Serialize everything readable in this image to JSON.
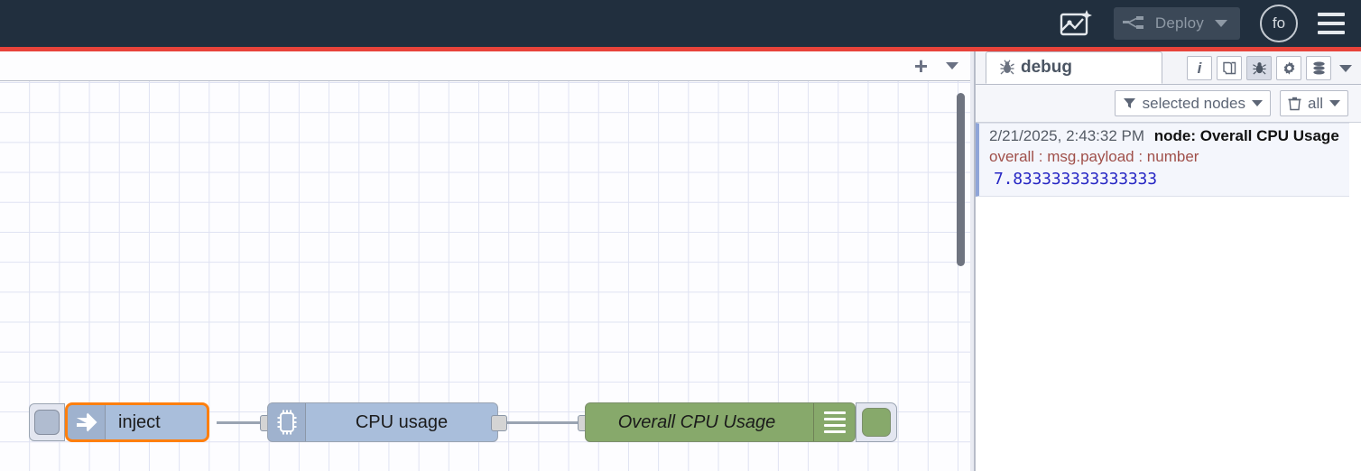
{
  "header": {
    "ai_icon": "ai-flow-icon",
    "deploy": {
      "label": "Deploy",
      "icon": "deploy-icon",
      "caret": "chevron-down-icon",
      "disabled": true
    },
    "avatar": {
      "initials": "fo"
    },
    "menu_icon": "hamburger-menu-icon"
  },
  "canvas_toolbar": {
    "add_label": "+",
    "caret": "chevron-down-icon"
  },
  "flow": {
    "nodes": [
      {
        "id": "inject",
        "type": "inject",
        "label": "inject",
        "icon": "inject-arrow-icon",
        "selected": true,
        "color": "#a9bedb"
      },
      {
        "id": "cpu",
        "type": "function",
        "label": "CPU usage",
        "icon": "microchip-icon",
        "selected": false,
        "color": "#a9bedb"
      },
      {
        "id": "debug",
        "type": "debug",
        "label": "Overall CPU Usage",
        "icon": "debug-lines-icon",
        "selected": false,
        "color": "#87a96b",
        "enabled": true
      }
    ],
    "selection_color": "#ff7f0e"
  },
  "sidebar": {
    "tab": {
      "label": "debug",
      "icon": "bug-icon"
    },
    "tools": [
      {
        "name": "info-icon",
        "glyph": "i",
        "active": false
      },
      {
        "name": "help-book-icon",
        "glyph": "book",
        "active": false
      },
      {
        "name": "debug-bug-icon",
        "glyph": "bug",
        "active": true
      },
      {
        "name": "config-gear-icon",
        "glyph": "gear",
        "active": false
      },
      {
        "name": "context-data-icon",
        "glyph": "stack",
        "active": false
      }
    ],
    "tools_caret": "chevron-down-icon",
    "filters": {
      "nodes_filter": {
        "label": "selected nodes",
        "icon": "funnel-icon",
        "caret": "chevron-down-icon"
      },
      "clear_filter": {
        "label": "all",
        "icon": "trash-icon",
        "caret": "chevron-down-icon"
      }
    },
    "messages": [
      {
        "timestamp": "2/21/2025, 2:43:32 PM",
        "node": "node: Overall CPU Usage",
        "topic": "overall : msg.payload : number",
        "value": "7.833333333333333"
      }
    ]
  },
  "colors": {
    "header_bg": "#212f3e",
    "accent_red": "#e8433a",
    "node_blue": "#a9bedb",
    "node_green": "#87a96b",
    "value_blue": "#2727c4",
    "topic_red": "#a0504a"
  }
}
